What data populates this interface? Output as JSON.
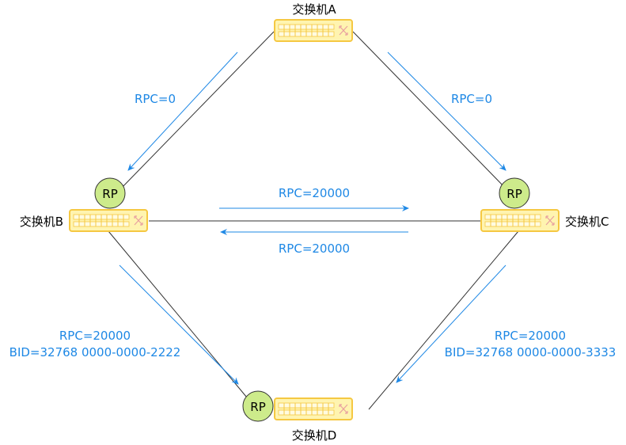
{
  "switches": {
    "a": {
      "label": "交换机A"
    },
    "b": {
      "label": "交换机B"
    },
    "c": {
      "label": "交换机C"
    },
    "d": {
      "label": "交换机D"
    }
  },
  "ports": {
    "b": {
      "label": "RP"
    },
    "c": {
      "label": "RP"
    },
    "d": {
      "label": "RP"
    }
  },
  "annotations": {
    "a_to_b": "RPC=0",
    "a_to_c": "RPC=0",
    "b_to_c": "RPC=20000",
    "c_to_b": "RPC=20000",
    "b_to_d": {
      "rpc": "RPC=20000",
      "bid": "BID=32768 0000-0000-2222"
    },
    "c_to_d": {
      "rpc": "RPC=20000",
      "bid": "BID=32768 0000-0000-3333"
    }
  },
  "colors": {
    "annotation": "#1E88E5",
    "link": "#333333",
    "switch_fill": "#FFF4B0",
    "switch_border": "#F5C842",
    "port_fill": "#CDEB8B",
    "port_border": "#333333"
  },
  "icons": {
    "switch": "network-switch-icon",
    "port": "root-port-marker"
  }
}
